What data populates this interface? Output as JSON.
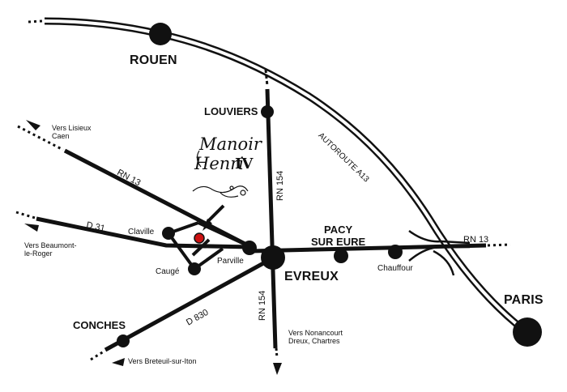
{
  "cities": {
    "rouen": "ROUEN",
    "louviers": "LOUVIERS",
    "pacy": [
      "PACY",
      "SUR EURE"
    ],
    "evreux": "EVREUX",
    "paris": "PARIS",
    "conches": "CONCHES"
  },
  "villages": {
    "claville": "Claville",
    "cauge": "Caugé",
    "parville": "Parville",
    "chauffour": "Chauffour"
  },
  "roads": {
    "autoroute": "AUTOROUTE A13",
    "rn13_west": "RN 13",
    "rn13_east": "RN 13",
    "rn154_north": "RN 154",
    "rn154_south": "RN 154",
    "d31": "D 31",
    "d830": "D 830"
  },
  "directions": {
    "lisieux": [
      "Vers Lisieux",
      "Caen"
    ],
    "beaumont": [
      "Vers Beaumont-",
      "le-Roger"
    ],
    "breteuil": "Vers Breteuil-sur-Iton",
    "nonancourt": [
      "Vers Nonancourt",
      "Dreux, Chartres"
    ]
  },
  "logo": {
    "line1": "Manoir",
    "line2": "Henri",
    "numeral": "IV"
  },
  "colors": {
    "road": "#111111",
    "location_marker": "#cc1111"
  }
}
